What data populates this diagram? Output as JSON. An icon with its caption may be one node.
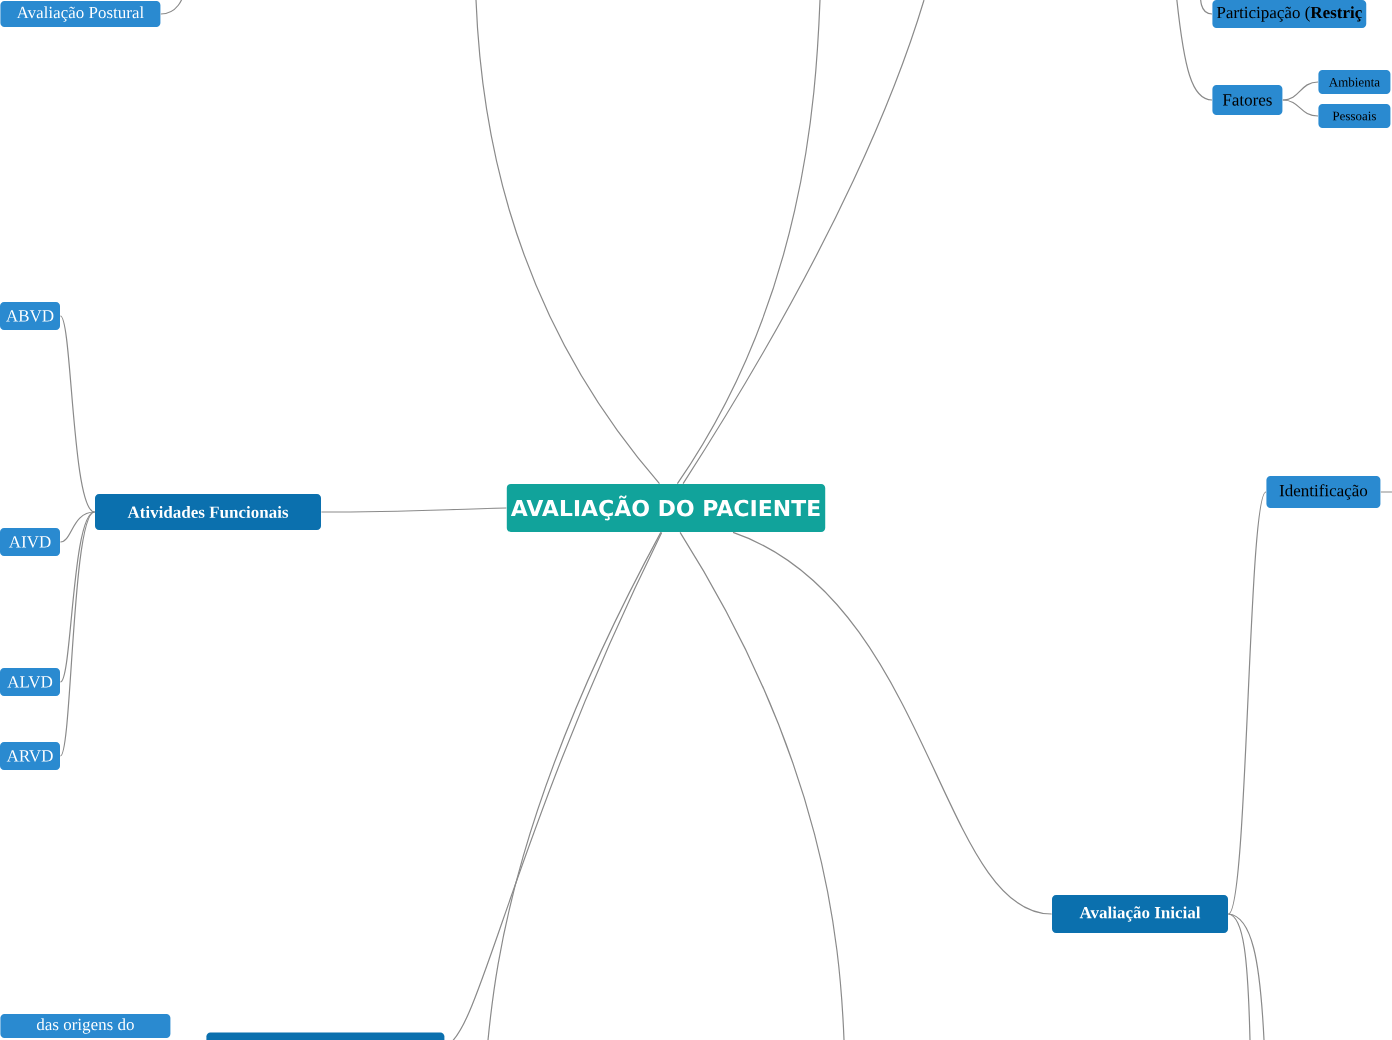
{
  "diagram": {
    "nodes": [
      {
        "text": [
          "AVALIAÇÃO DO PACIENTE"
        ]
      },
      {
        "text": [
          "Atividades Funcionais"
        ]
      },
      {
        "text": [
          "ABVD"
        ]
      },
      {
        "text": [
          "AIVD"
        ]
      },
      {
        "text": [
          "ALVD"
        ]
      },
      {
        "text": [
          "ARVD"
        ]
      },
      {
        "text": [
          "Avaliação Postural"
        ]
      },
      {
        "text": [
          "Participação (**Restriç**"
        ]
      },
      {
        "text": [
          "Fatores"
        ]
      },
      {
        "text": [
          "Ambienta"
        ]
      },
      {
        "text": [
          "Pessoais"
        ]
      },
      {
        "text": [
          "Avaliação Inicial"
        ]
      },
      {
        "text": [
          "Identificação"
        ]
      },
      {
        "text": [
          "das origens do"
        ]
      },
      {
        "text": [],
        "shape": "box"
      }
    ],
    "edges": [
      {
        "from": 0,
        "to": 1,
        "arrow": "none"
      },
      {
        "from": 1,
        "to": 2,
        "arrow": "none"
      },
      {
        "from": 1,
        "to": 3,
        "arrow": "none"
      },
      {
        "from": 1,
        "to": 4,
        "arrow": "none"
      },
      {
        "from": 1,
        "to": 5,
        "arrow": "none"
      },
      {
        "from": 0,
        "to": 11,
        "arrow": "none"
      },
      {
        "from": 11,
        "to": 12,
        "arrow": "none"
      },
      {
        "from": 8,
        "to": 9,
        "arrow": "none"
      },
      {
        "from": 8,
        "to": 10,
        "arrow": "none"
      },
      {
        "from": 0,
        "to": 14,
        "arrow": "none"
      },
      {
        "from": 0,
        "to": null,
        "arrow": "none"
      },
      {
        "from": 0,
        "to": null,
        "arrow": "none"
      },
      {
        "from": 0,
        "to": null,
        "arrow": "none"
      },
      {
        "from": 0,
        "to": null,
        "arrow": "none"
      },
      {
        "from": 0,
        "to": null,
        "arrow": "none"
      },
      {
        "from": 11,
        "to": null,
        "arrow": "none"
      },
      {
        "from": 11,
        "to": null,
        "arrow": "none"
      },
      {
        "from": null,
        "to": 6,
        "arrow": "none"
      },
      {
        "from": null,
        "to": 7,
        "arrow": "none"
      },
      {
        "from": null,
        "to": 8,
        "arrow": "none"
      },
      {
        "from": 12,
        "to": null,
        "arrow": "none"
      }
    ]
  }
}
